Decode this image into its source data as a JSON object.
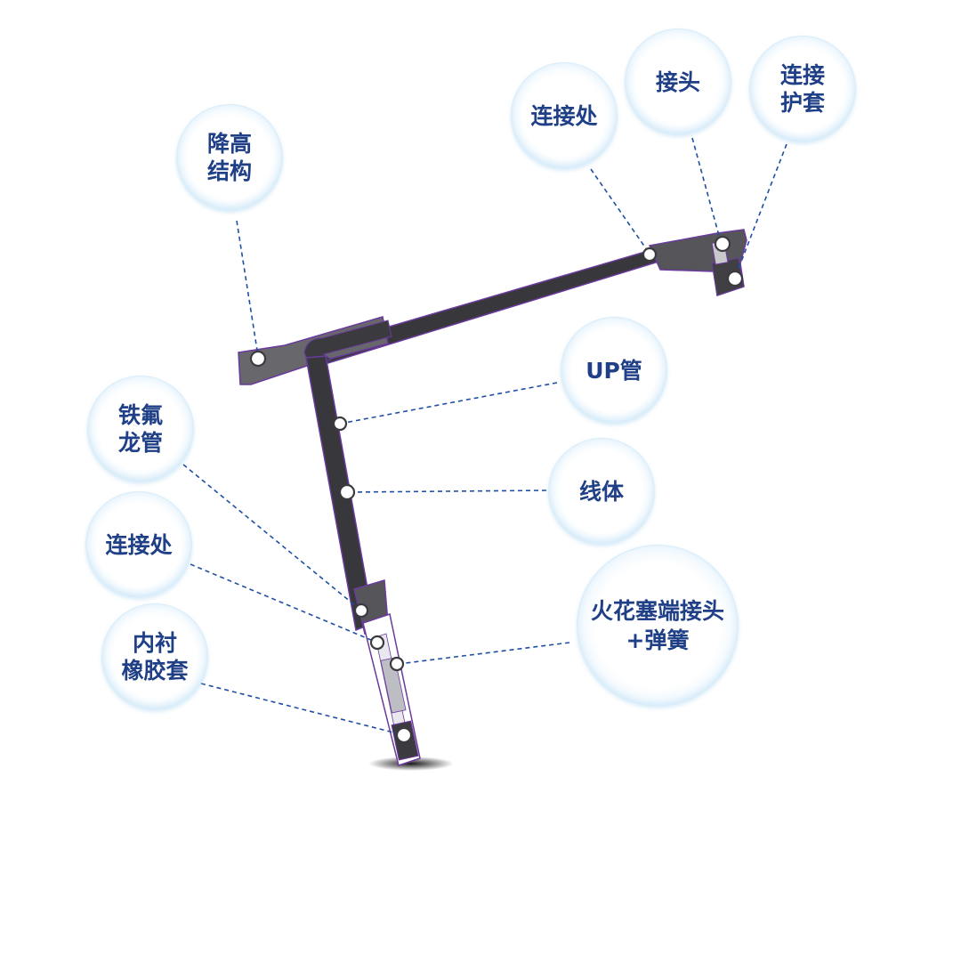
{
  "labels": {
    "lift_structure": [
      "降高",
      "结构"
    ],
    "connection_top": "连接处",
    "connector_top": "接头",
    "connector_cover": [
      "连接",
      "护套"
    ],
    "up_tube": "UP管",
    "ptfe_tube": [
      "铁氟",
      "龙管"
    ],
    "wire_body": "线体",
    "connection_bottom": "连接处",
    "spark_plug_end": [
      "火花塞端接头",
      "+弹簧"
    ],
    "inner_rubber": [
      "内衬",
      "橡胶套"
    ]
  },
  "colors": {
    "bubble_text": "#1f3f86",
    "leader_line": "#1f4fa3",
    "cable_body": "#3a3a3f",
    "cable_outline": "#6a3a9c",
    "bubble_rim": "#b9dbf2"
  }
}
